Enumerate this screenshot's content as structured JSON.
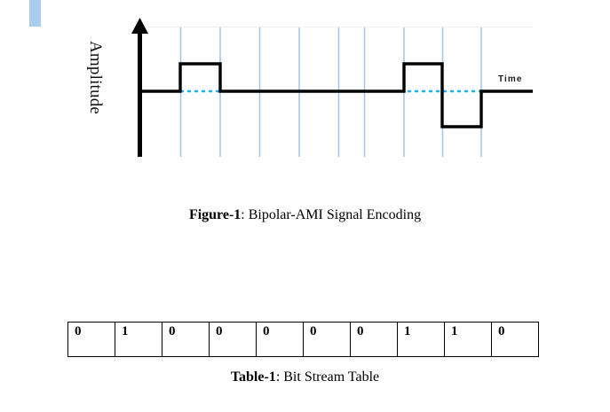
{
  "figure": {
    "axis_y_label": "Amplitude",
    "axis_x_label": "Time",
    "caption_lead": "Figure-1",
    "caption_text": ": Bipolar-AMI Signal Encoding"
  },
  "table": {
    "caption_lead": "Table-1",
    "caption_text": ": Bit Stream Table",
    "bits": [
      "0",
      "1",
      "0",
      "0",
      "0",
      "0",
      "0",
      "1",
      "1",
      "0"
    ]
  },
  "colors": {
    "signal": "#000000",
    "gridline": "#a8c6e8",
    "zero_reference": "#19b4f0",
    "accent_bar": "#a9cdee",
    "table_border": "#000000"
  },
  "chart_data": {
    "type": "line",
    "title": "Bipolar-AMI Signal Encoding",
    "xlabel": "Time",
    "ylabel": "Amplitude",
    "grid": true,
    "legend": "none",
    "ylim": [
      -1,
      1
    ],
    "levels": {
      "positive": 1,
      "zero": 0,
      "negative": -1
    },
    "categories": [
      "0",
      "1",
      "0",
      "0",
      "0",
      "0",
      "0",
      "1",
      "1",
      "0"
    ],
    "values": [
      0,
      1,
      0,
      0,
      0,
      0,
      0,
      1,
      -1,
      0
    ],
    "encoding_note": "Bipolar-AMI: binary 0 held at zero level, successive binary 1s alternate between positive and negative pulses",
    "bit_intervals": [
      {
        "index": 0,
        "bit": "0",
        "level": 0
      },
      {
        "index": 1,
        "bit": "1",
        "level": 1
      },
      {
        "index": 2,
        "bit": "0",
        "level": 0
      },
      {
        "index": 3,
        "bit": "0",
        "level": 0
      },
      {
        "index": 4,
        "bit": "0",
        "level": 0
      },
      {
        "index": 5,
        "bit": "0",
        "level": 0
      },
      {
        "index": 6,
        "bit": "0",
        "level": 0
      },
      {
        "index": 7,
        "bit": "1",
        "level": 1
      },
      {
        "index": 8,
        "bit": "1",
        "level": -1
      },
      {
        "index": 9,
        "bit": "0",
        "level": 0
      }
    ]
  }
}
